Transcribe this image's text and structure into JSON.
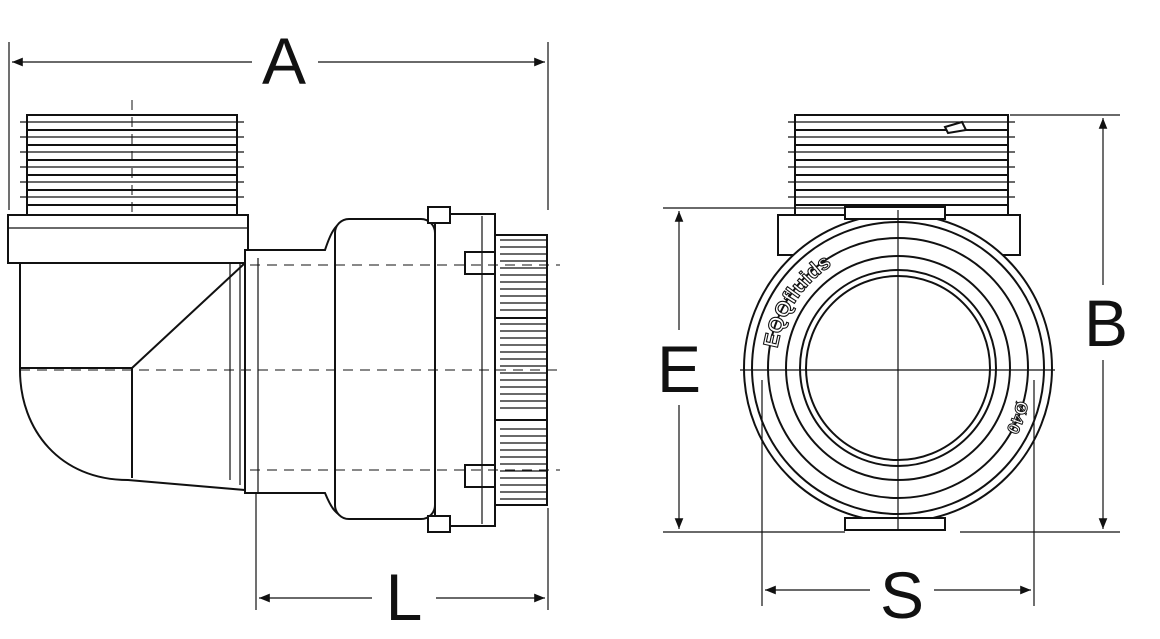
{
  "dimensions": {
    "A": "A",
    "L": "L",
    "E": "E",
    "B": "B",
    "S": "S"
  },
  "markings": {
    "brand": "EQQfluids",
    "size": "Ø40"
  }
}
